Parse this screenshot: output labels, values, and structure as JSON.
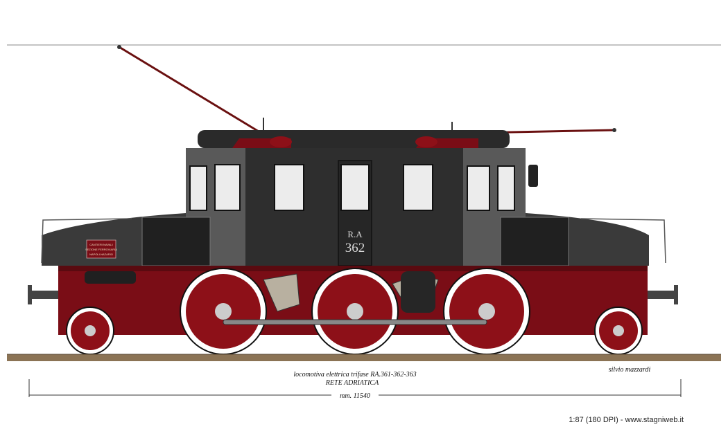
{
  "drawing": {
    "caption_title": "locomotiva elettrica trifase RA.361-362-363",
    "caption_subtitle": "RETE ADRIATICA",
    "author": "silvio mazzardi",
    "length_label": "mm. 11540",
    "scale_credit": "1:87 (180 DPI) - www.stagniweb.it"
  },
  "locomotive": {
    "road_mark": "R.A",
    "number": "362",
    "builder_plate": [
      "CANTIERI NAVALI",
      "SEZIONE FERROVIARIA",
      "NAPOLI-NAZARIO"
    ],
    "colors": {
      "body": "#2e2e2e",
      "frame": "#7a0d16",
      "wheel": "#8d1018",
      "bonnet": "#3a3a3a",
      "rail": "#8b7355",
      "window": "#ececec"
    }
  }
}
